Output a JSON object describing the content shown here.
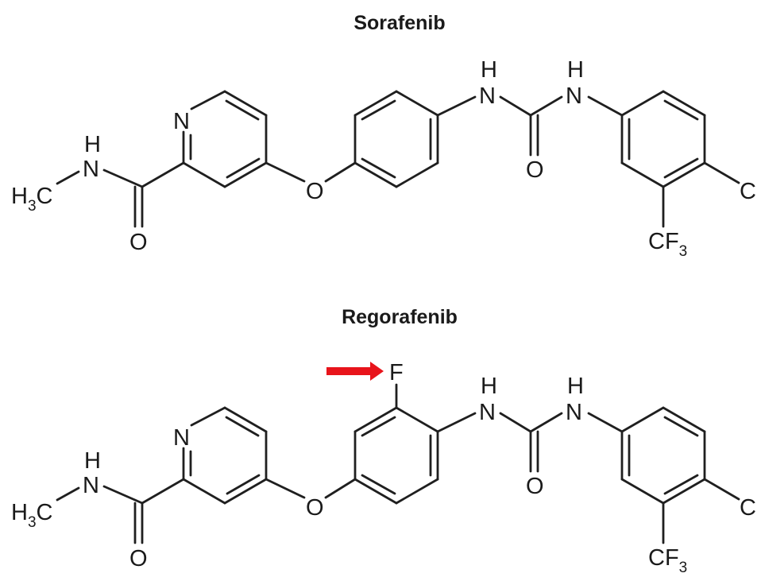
{
  "molecules": [
    {
      "title": "Sorafenib",
      "atoms": {
        "pyridine_n": "N",
        "amide_nh_h": "H",
        "amide_nh_n": "N",
        "methyl": "H",
        "methyl_sub": "3",
        "methyl_c": "C",
        "amide_o": "O",
        "ether_o": "O",
        "urea_nh1_h": "H",
        "urea_nh1_n": "N",
        "urea_o": "O",
        "urea_nh2_h": "H",
        "urea_nh2_n": "N",
        "chloro": "C",
        "cf3": "CF",
        "cf3_sub": "3"
      }
    },
    {
      "title": "Regorafenib",
      "atoms": {
        "fluoro": "F",
        "pyridine_n": "N",
        "amide_nh_h": "H",
        "amide_nh_n": "N",
        "methyl": "H",
        "methyl_sub": "3",
        "methyl_c": "C",
        "amide_o": "O",
        "ether_o": "O",
        "urea_nh1_h": "H",
        "urea_nh1_n": "N",
        "urea_o": "O",
        "urea_nh2_h": "H",
        "urea_nh2_n": "N",
        "chloro": "C",
        "cf3": "CF",
        "cf3_sub": "3"
      }
    }
  ],
  "colors": {
    "bond": "#1f1f1f",
    "text": "#1a1a1a",
    "highlight_arrow": "#e8141b"
  },
  "highlight_arrow_icon": "right-arrow-icon"
}
